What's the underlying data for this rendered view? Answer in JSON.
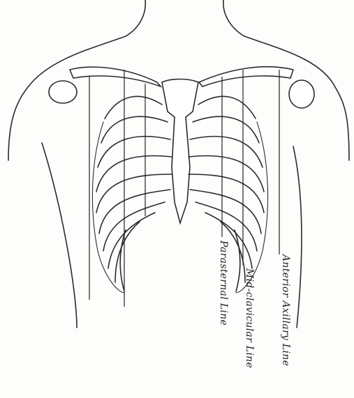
{
  "figure": {
    "labels": {
      "parasternal": "Parasternal Line",
      "midclavicular": "Mid-clavicular Line",
      "anterior_axillary": "Anterior Axillary Line"
    },
    "colors": {
      "ink": "#2a2a2a",
      "paper": "#fdfdfb"
    }
  }
}
